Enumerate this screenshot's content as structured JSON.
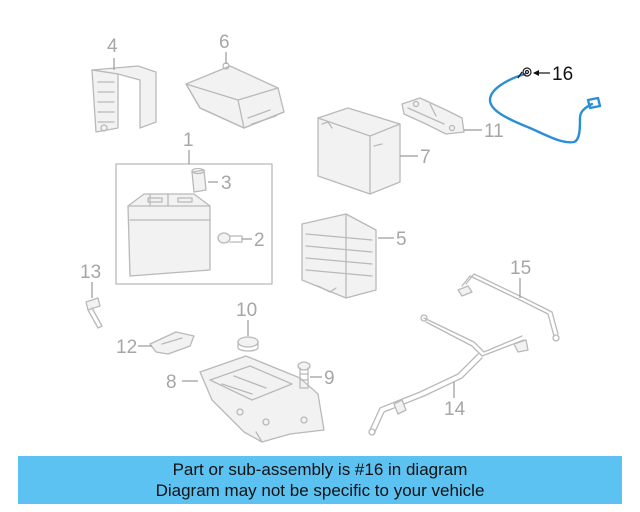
{
  "diagram": {
    "callouts": {
      "c1": "1",
      "c2": "2",
      "c3": "3",
      "c4": "4",
      "c5": "5",
      "c6": "6",
      "c7": "7",
      "c8": "8",
      "c9": "9",
      "c10": "10",
      "c11": "11",
      "c12": "12",
      "c13": "13",
      "c14": "14",
      "c15": "15",
      "c16": "16"
    },
    "highlighted_part": "16",
    "colors": {
      "highlight": "#2b8fd8",
      "caption_bg": "#5bc2f2",
      "part_line": "#b9b9b9"
    }
  },
  "caption": {
    "line1": "Part or sub-assembly is #16 in diagram",
    "line2": "Diagram may not be specific to your vehicle"
  }
}
